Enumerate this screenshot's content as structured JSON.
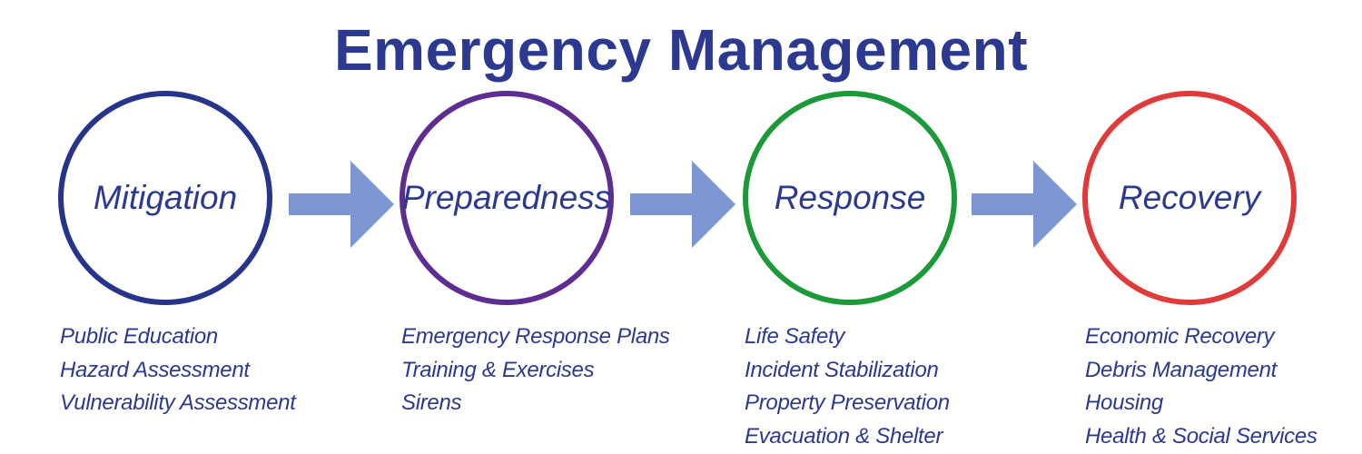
{
  "title": "Emergency Management",
  "colors": {
    "text": "#2b3990",
    "arrow": "#7b96d3",
    "mitigation": "#27348b",
    "preparedness": "#5e2d91",
    "response": "#1c9a3a",
    "recovery": "#e03a3a"
  },
  "arrow_icon": "right-arrow-icon",
  "phases": [
    {
      "label": "Mitigation",
      "items": [
        "Public Education",
        "Hazard Assessment",
        "Vulnerability Assessment"
      ]
    },
    {
      "label": "Preparedness",
      "items": [
        "Emergency Response Plans",
        "Training & Exercises",
        "Sirens"
      ]
    },
    {
      "label": "Response",
      "items": [
        "Life Safety",
        "Incident Stabilization",
        "Property Preservation",
        "Evacuation & Shelter"
      ]
    },
    {
      "label": "Recovery",
      "items": [
        "Economic Recovery",
        "Debris Management",
        "Housing",
        "Health & Social Services"
      ]
    }
  ]
}
